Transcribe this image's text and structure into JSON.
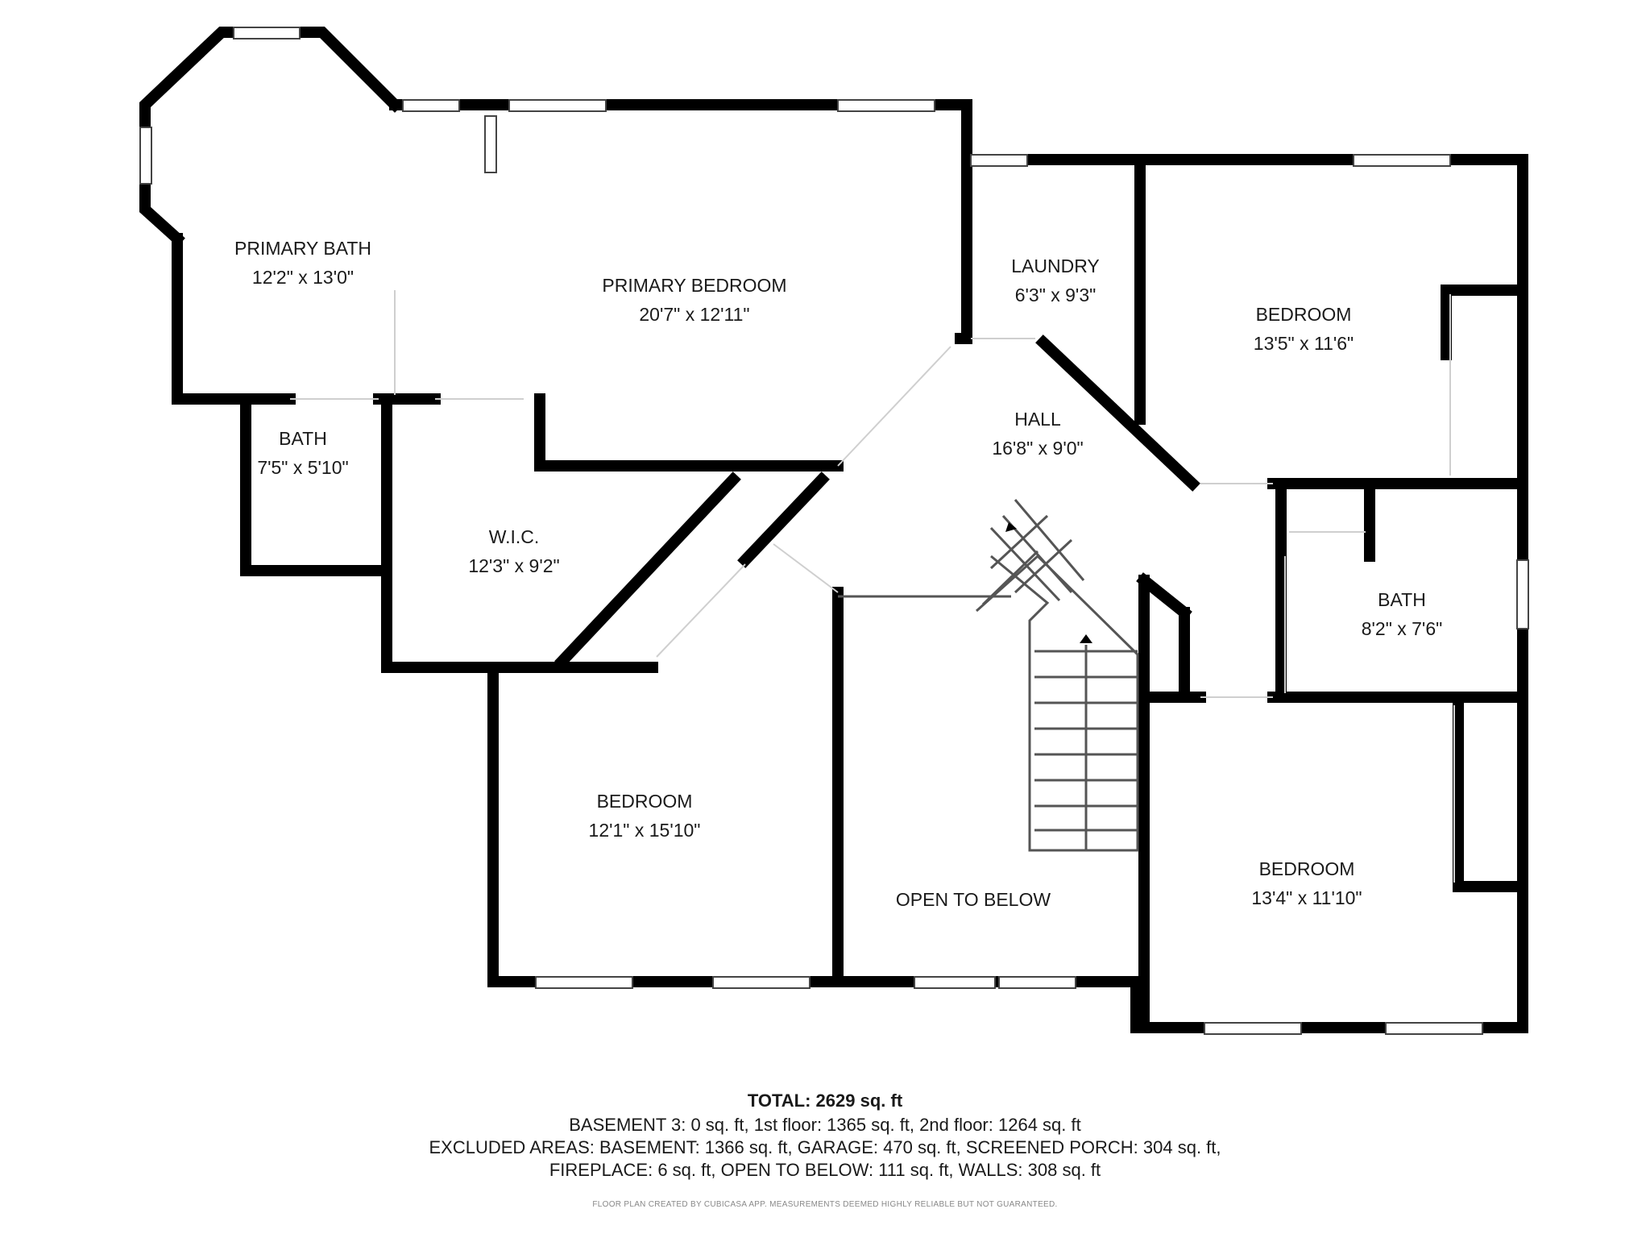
{
  "colors": {
    "wall": "#000000",
    "window_fill": "#ffffff",
    "window_line": "#444444",
    "door_line": "#cfcfcf",
    "background": "#ffffff"
  },
  "rooms": {
    "primary_bath": {
      "name": "PRIMARY BATH",
      "dims": "12'2\" x 13'0\""
    },
    "primary_bedroom": {
      "name": "PRIMARY BEDROOM",
      "dims": "20'7\" x 12'11\""
    },
    "laundry": {
      "name": "LAUNDRY",
      "dims": "6'3\" x 9'3\""
    },
    "bedroom_ne": {
      "name": "BEDROOM",
      "dims": "13'5\" x 11'6\""
    },
    "bath_w": {
      "name": "BATH",
      "dims": "7'5\" x 5'10\""
    },
    "hall": {
      "name": "HALL",
      "dims": "16'8\" x 9'0\""
    },
    "wic": {
      "name": "W.I.C.",
      "dims": "12'3\" x 9'2\""
    },
    "bath_e": {
      "name": "BATH",
      "dims": "8'2\" x 7'6\""
    },
    "bedroom_sw": {
      "name": "BEDROOM",
      "dims": "12'1\" x 15'10\""
    },
    "open_to_below": {
      "name": "OPEN TO BELOW"
    },
    "bedroom_se": {
      "name": "BEDROOM",
      "dims": "13'4\" x 11'10\""
    }
  },
  "summary": {
    "total": "TOTAL: 2629 sq. ft",
    "line1": "BASEMENT 3: 0 sq. ft, 1st floor: 1365 sq. ft, 2nd floor: 1264 sq. ft",
    "line2": "EXCLUDED AREAS: BASEMENT: 1366 sq. ft, GARAGE: 470 sq. ft, SCREENED PORCH: 304 sq. ft,",
    "line3": "FIREPLACE: 6 sq. ft, OPEN TO BELOW: 111 sq. ft, WALLS: 308 sq. ft"
  },
  "credit": "FLOOR PLAN CREATED BY CUBICASA APP. MEASUREMENTS DEEMED HIGHLY RELIABLE BUT NOT GUARANTEED."
}
